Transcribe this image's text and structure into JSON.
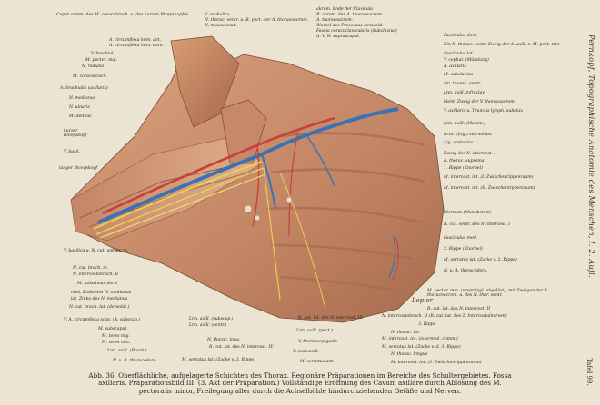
{
  "side_title": "Pernkopf, Topographische Anatomie des Menschen, I. 2. Aufl.",
  "plate_number": "Tafel 99.",
  "caption": "Abb. 36. Oberflächliche, aufgelagerte Schichten des Thorax. Regionäre Präparationen im Bereiche des Schultergebietes. Fossa axillaris. Präparationsbild III. (3. Akt der Präparation.) Vollständige Eröffnung des Cavum axillare durch Ablösung des M. pectoralis minor, Freilegung aller durch die Achselhöhle hindurchziehenden Gefäße und Nerven.",
  "labels_top": [
    "Caput comm. des M. coracobrach. u. des kurzen Bicepskopfes",
    "A. circumflexa hum. ant.",
    "A. circumflexa hum. dors.",
    "V. cephalica",
    "N. thorac. ventr. u. R. pect. der A. thoracoacrom.",
    "N. musculocut.",
    "akrom. Ende der Clavicula",
    "R. acrom. der A. thoracoacrom.",
    "A. thoracoacrom.",
    "Wurzel des Processus coracoid.",
    "Fascia coracoclavicularis (Subclavius)",
    "A. V. N. suprascapul."
  ],
  "labels_left": [
    "V. brachial.",
    "M. pector. maj.",
    "N. radialis",
    "M. coracobrach.",
    "A. brachialis (axillaris)",
    "N. medianus",
    "N. ulnaris",
    "M. deltoid.",
    "kurzer Bicepskopf",
    "V. basil.",
    "langer Bicepskopf",
    "V. basilica u. N. cut. antebr. m.",
    "N. cut. brach. m.",
    "N. intercostobrach. II",
    "M. latissimus dorsi",
    "med. Zinke des N. medianus",
    "lat. Zinke des N. medianus",
    "N. cut. brach. lat. (dorsolat.)",
    "V. A. circumflexa scap. (A. subscap.)",
    "M. subscapul.",
    "M. teres maj.",
    "M. teres min.",
    "Lnn. axill. (Brach.)",
    "N. u. A. thoracodors."
  ],
  "labels_bottom": [
    "Lnn. axill. (subscap.)",
    "Lnn. axill. (centr.)",
    "N. thorac. long.",
    "R. cut. lat. des N. intercost. IV",
    "M. serratus lat. (Zacke v. 3. Rippe)",
    "R. cut. lat. des N. intercost. III",
    "Lnn. axill. (pect.)",
    "V. thoracoepigastr.",
    "V. costoaxill.",
    "M. serratus ant."
  ],
  "labels_right": [
    "Fasciculus dors.",
    "Ein N. thorac. ventr. Zweig der A. axill. z. M. pect. min.",
    "Fasciculus lat.",
    "V. cephal. (Mündung)",
    "A. axillaris",
    "M. subclavius",
    "Nn. thorac. ventr.",
    "Lnn. axill. infraclav.",
    "ident. Zweig der V. thoracoacrom.",
    "V. axillaris u. Truncus lymph. subclav.",
    "Lnn. axill. (Mamm.)",
    "Artic. (Lig.) sternoclav.",
    "Lig. costoclav.",
    "Zweig der N. intercost. I",
    "A. thorac. suprema",
    "1. Rippe (Knorpel)",
    "M. intercost. int. (I. Zwischenrippenraum)",
    "M. intercost. int. (II. Zwischenrippenraum)",
    "Sternum (Manubrium)",
    "R. cut. ventr. des N. intercost. I",
    "Fasciculus med.",
    "2. Rippe (Knorpel)",
    "M. serratus lat. (Zacke v. 2. Rippe)",
    "N. u. A. thoracodors.",
    "M. pector. min. (ursprüngl. abgelöst), mit Zweigen der A. thoracoacrom. u. des N. thor. ventr.",
    "R. cut. lat. des N. intercost. II",
    "N. intercostobrach. II (R. cut. lat. des 2. Intercostalnerven)",
    "3. Rippe",
    "N. thorac. lat.",
    "M. intercost. int. (intermed. comm.)",
    "M. serratus lat. (Zacke v. d. 3. Rippe)",
    "N. thorac. longus",
    "M. intercost. int. (3. Zwischenrippenraum)"
  ],
  "signature": "Lepier",
  "colors": {
    "paper": "#ece4d3",
    "muscle": "#c88a63",
    "muscle_dark": "#9a5a3d",
    "vein": "#3a72b5",
    "artery": "#c8413a",
    "nerve": "#e6cf56"
  }
}
